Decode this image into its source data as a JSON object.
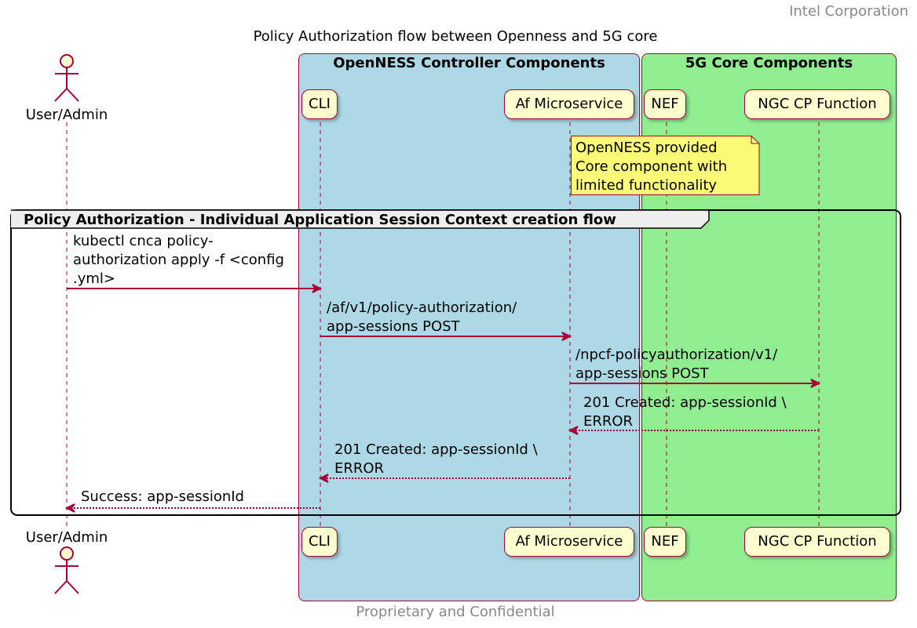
{
  "header": "Intel Corporation",
  "title": "Policy Authorization flow between Openness and 5G core",
  "footer": "Proprietary and Confidential",
  "boxes": [
    {
      "title": "OpenNESS Controller Components",
      "color": "#add8e6"
    },
    {
      "title": "5G Core Components",
      "color": "#90ee90"
    }
  ],
  "actor": {
    "label": "User/Admin"
  },
  "participants": [
    {
      "label": "CLI"
    },
    {
      "label": "Af Microservice"
    },
    {
      "label": "NEF"
    },
    {
      "label": "NGC CP Function"
    }
  ],
  "note": "OpenNESS provided\nCore component with\nlimited functionality",
  "group": {
    "label": "Policy Authorization - Individual Application Session Context creation flow"
  },
  "messages": [
    {
      "label": "kubectl cnca policy-\nauthorization apply -f <config\n.yml>"
    },
    {
      "label": "/af/v1/policy-authorization/\napp-sessions POST"
    },
    {
      "label": "/npcf-policyauthorization/v1/\napp-sessions POST"
    },
    {
      "label": "201 Created: app-sessionId \\\nERROR"
    },
    {
      "label": "201 Created: app-sessionId \\\nERROR"
    },
    {
      "label": "Success: app-sessionId"
    }
  ],
  "colors": {
    "accent": "#a80036",
    "participant_fill": "#fefece",
    "note_fill": "#fbfb77"
  }
}
